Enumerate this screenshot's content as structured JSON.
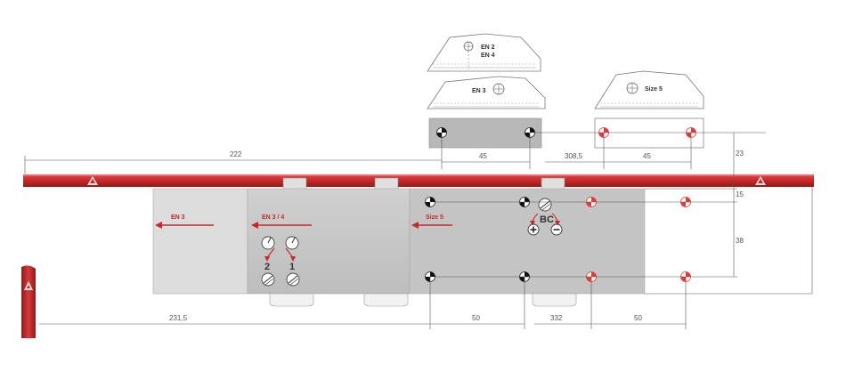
{
  "colors": {
    "rail": "#d32f2f",
    "rail_dark": "#9f1c1c",
    "body_light": "#dcdcdc",
    "body_dark": "#c4c4c4",
    "marker_red": "#e53935"
  },
  "plates": {
    "en2_en4_line1": "EN 2",
    "en2_en4_line2": "EN 4",
    "en3": "EN 3",
    "size5": "Size 5"
  },
  "body_labels": {
    "en3": "EN 3",
    "en34": "EN 3 / 4",
    "size5": "Size 5",
    "bc": "BC",
    "adj2": "2",
    "adj1": "1"
  },
  "dimensions": {
    "top_left": "222",
    "bracket_45": "45",
    "bracket_3085": "308,5",
    "bracket_45b": "45",
    "right_23": "23",
    "right_15": "15",
    "right_38": "38",
    "bottom_left": "231,5",
    "bottom_50a": "50",
    "bottom_332": "332",
    "bottom_50b": "50"
  }
}
